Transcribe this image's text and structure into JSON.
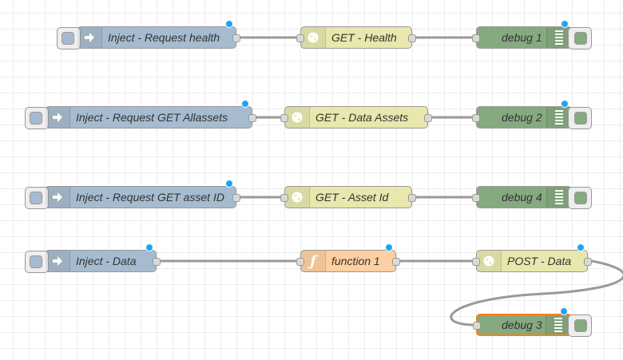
{
  "colors": {
    "inject": "#a6bbcf",
    "http_request": "#e7e7ae",
    "function": "#fdd0a2",
    "debug": "#87a980",
    "wire": "#999999",
    "status_dot": "#1ea5f0",
    "selected_border": "#ff7f0e"
  },
  "nodes": {
    "inject_health": {
      "type": "inject",
      "label": "Inject - Request health",
      "icon": "arrow-in-icon"
    },
    "http_health": {
      "type": "http",
      "label": "GET - Health",
      "icon": "globe-icon"
    },
    "debug_1": {
      "type": "debug",
      "label": "debug 1",
      "icon": "list-icon"
    },
    "inject_all": {
      "type": "inject",
      "label": "Inject - Request GET Allassets",
      "icon": "arrow-in-icon"
    },
    "http_all": {
      "type": "http",
      "label": "GET - Data Assets",
      "icon": "globe-icon"
    },
    "debug_2": {
      "type": "debug",
      "label": "debug 2",
      "icon": "list-icon"
    },
    "inject_id": {
      "type": "inject",
      "label": "Inject - Request GET asset ID",
      "icon": "arrow-in-icon"
    },
    "http_id": {
      "type": "http",
      "label": "GET - Asset Id",
      "icon": "globe-icon"
    },
    "debug_4": {
      "type": "debug",
      "label": "debug 4",
      "icon": "list-icon"
    },
    "inject_data": {
      "type": "inject",
      "label": "Inject - Data",
      "icon": "arrow-in-icon"
    },
    "function_1": {
      "type": "function",
      "label": "function 1",
      "icon": "function-icon"
    },
    "http_post": {
      "type": "http",
      "label": "POST - Data",
      "icon": "globe-icon"
    },
    "debug_3": {
      "type": "debug",
      "label": "debug 3",
      "icon": "list-icon",
      "selected": true
    }
  }
}
